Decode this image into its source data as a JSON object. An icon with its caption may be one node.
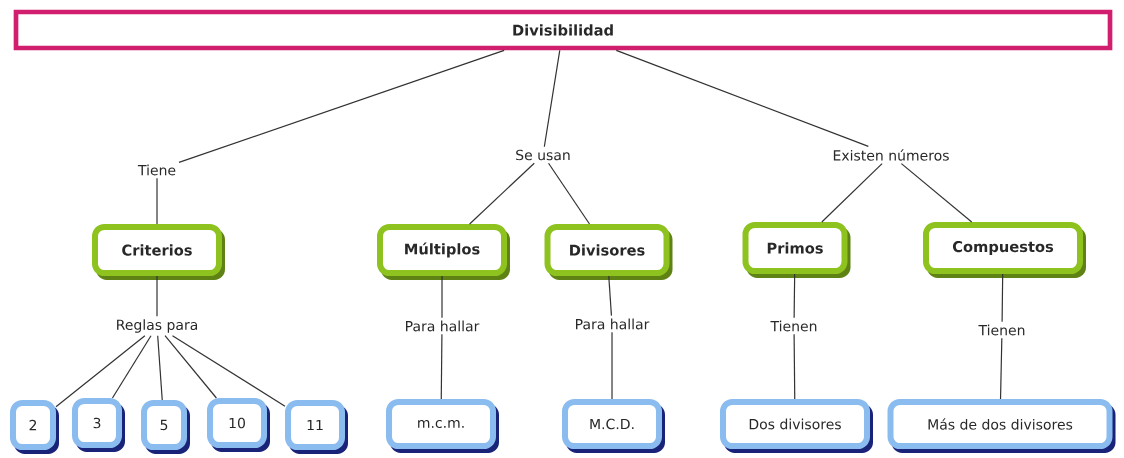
{
  "diagram": {
    "nodes": [
      {
        "text": [
          "Divisibilidad"
        ]
      },
      {
        "text": [
          "Tiene"
        ]
      },
      {
        "text": [
          "Se usan"
        ]
      },
      {
        "text": [
          "Existen números"
        ]
      },
      {
        "text": [
          "Criterios"
        ]
      },
      {
        "text": [
          "Múltiplos"
        ]
      },
      {
        "text": [
          "Divisores"
        ]
      },
      {
        "text": [
          "Primos"
        ]
      },
      {
        "text": [
          "Compuestos"
        ]
      },
      {
        "text": [
          "Reglas para"
        ]
      },
      {
        "text": [
          "Para hallar"
        ]
      },
      {
        "text": [
          "Para hallar"
        ]
      },
      {
        "text": [
          "Tienen"
        ]
      },
      {
        "text": [
          "Tienen"
        ]
      },
      {
        "text": [
          "2"
        ]
      },
      {
        "text": [
          "3"
        ]
      },
      {
        "text": [
          "5"
        ]
      },
      {
        "text": [
          "10"
        ]
      },
      {
        "text": [
          "11"
        ]
      },
      {
        "text": [
          "m.c.m."
        ]
      },
      {
        "text": [
          "M.C.D."
        ]
      },
      {
        "text": [
          "Dos divisores"
        ]
      },
      {
        "text": [
          "Más de dos divisores"
        ]
      }
    ],
    "edges": [
      {
        "from": 0,
        "to": 1,
        "arrow": "none"
      },
      {
        "from": 0,
        "to": 2,
        "arrow": "none"
      },
      {
        "from": 0,
        "to": 3,
        "arrow": "none"
      },
      {
        "from": 1,
        "to": 4,
        "arrow": "none"
      },
      {
        "from": 2,
        "to": 5,
        "arrow": "none"
      },
      {
        "from": 2,
        "to": 6,
        "arrow": "none"
      },
      {
        "from": 3,
        "to": 7,
        "arrow": "none"
      },
      {
        "from": 3,
        "to": 8,
        "arrow": "none"
      },
      {
        "from": 4,
        "to": 9,
        "arrow": "none"
      },
      {
        "from": 5,
        "to": 10,
        "arrow": "none"
      },
      {
        "from": 6,
        "to": 11,
        "arrow": "none"
      },
      {
        "from": 7,
        "to": 12,
        "arrow": "none"
      },
      {
        "from": 8,
        "to": 13,
        "arrow": "none"
      },
      {
        "from": 9,
        "to": 14,
        "arrow": "none"
      },
      {
        "from": 9,
        "to": 15,
        "arrow": "none"
      },
      {
        "from": 9,
        "to": 16,
        "arrow": "none"
      },
      {
        "from": 9,
        "to": 17,
        "arrow": "none"
      },
      {
        "from": 9,
        "to": 18,
        "arrow": "none"
      },
      {
        "from": 10,
        "to": 19,
        "arrow": "none"
      },
      {
        "from": 11,
        "to": 20,
        "arrow": "none"
      },
      {
        "from": 12,
        "to": 21,
        "arrow": "none"
      },
      {
        "from": 13,
        "to": 22,
        "arrow": "none"
      }
    ]
  }
}
